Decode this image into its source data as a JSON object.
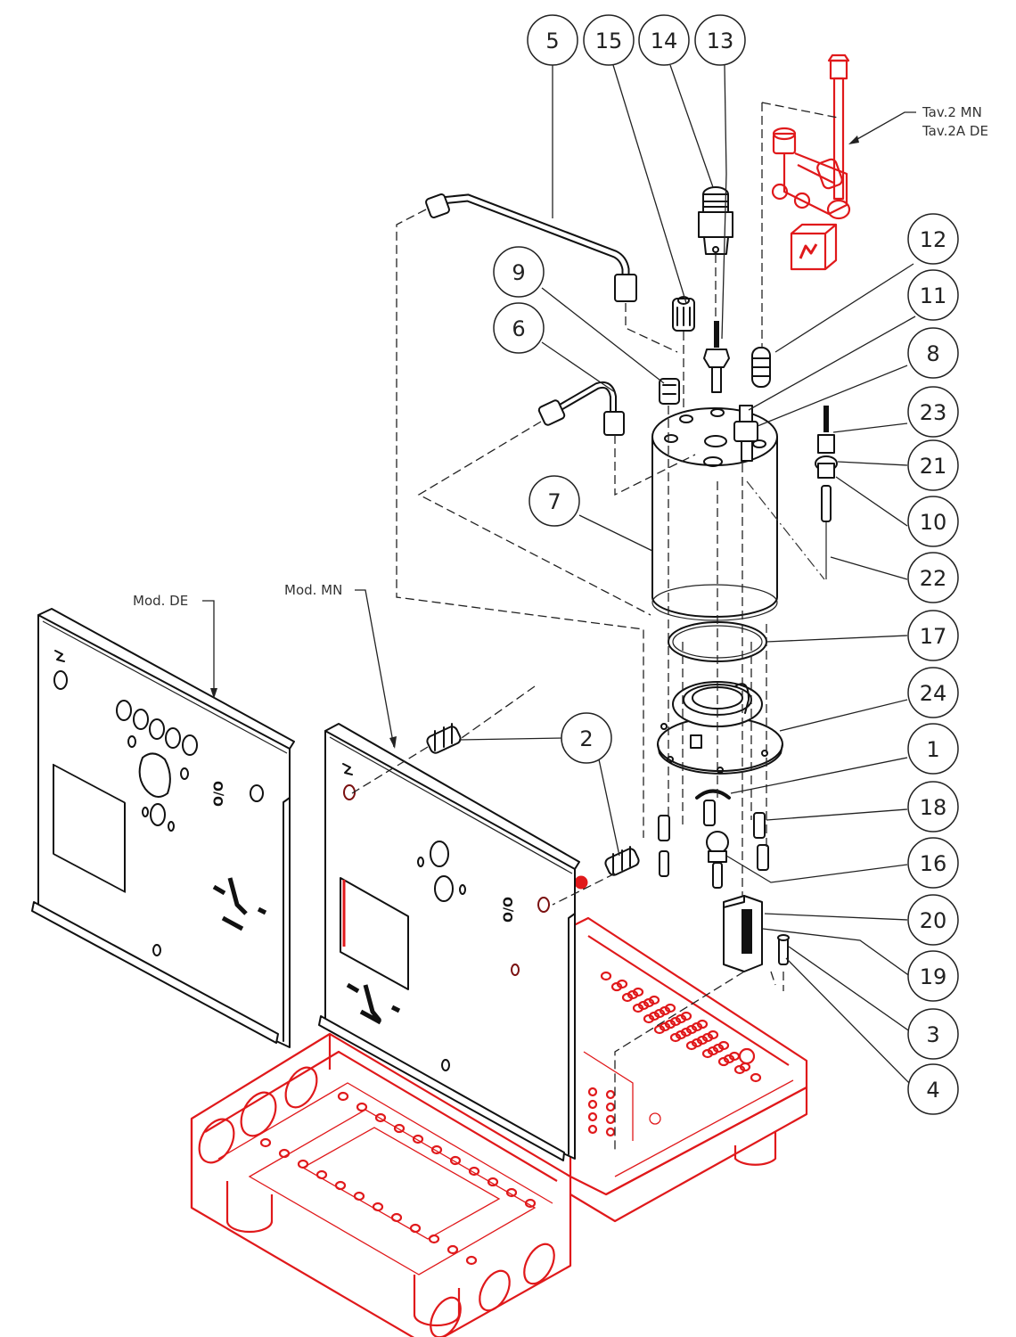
{
  "diagram": {
    "type": "exploded-parts-diagram",
    "accent_color": "#e0191b",
    "line_color": "#111111",
    "callouts": [
      {
        "id": "c5",
        "number": "5"
      },
      {
        "id": "c15",
        "number": "15"
      },
      {
        "id": "c14",
        "number": "14"
      },
      {
        "id": "c13",
        "number": "13"
      },
      {
        "id": "c12",
        "number": "12"
      },
      {
        "id": "c11",
        "number": "11"
      },
      {
        "id": "c9",
        "number": "9"
      },
      {
        "id": "c6",
        "number": "6"
      },
      {
        "id": "c8",
        "number": "8"
      },
      {
        "id": "c23",
        "number": "23"
      },
      {
        "id": "c21",
        "number": "21"
      },
      {
        "id": "c7",
        "number": "7"
      },
      {
        "id": "c10",
        "number": "10"
      },
      {
        "id": "c22",
        "number": "22"
      },
      {
        "id": "c17",
        "number": "17"
      },
      {
        "id": "c24",
        "number": "24"
      },
      {
        "id": "c2",
        "number": "2"
      },
      {
        "id": "c1",
        "number": "1"
      },
      {
        "id": "c18",
        "number": "18"
      },
      {
        "id": "c16",
        "number": "16"
      },
      {
        "id": "c20",
        "number": "20"
      },
      {
        "id": "c19",
        "number": "19"
      },
      {
        "id": "c3",
        "number": "3"
      },
      {
        "id": "c4",
        "number": "4"
      }
    ],
    "labels": {
      "reference_line1": "Tav.2 MN",
      "reference_line2": "Tav.2A DE",
      "model_de": "Mod. DE",
      "model_mn": "Mod. MN"
    }
  }
}
